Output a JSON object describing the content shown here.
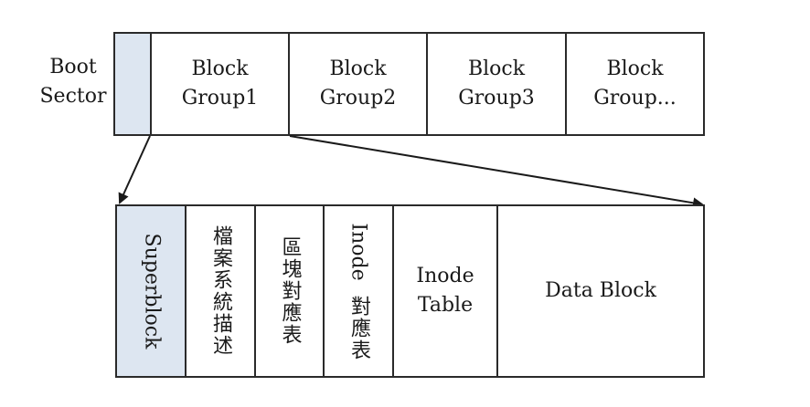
{
  "disk": {
    "boot_label_line1": "Boot",
    "boot_label_line2": "Sector",
    "groups": [
      {
        "line1": "Block",
        "line2": "Group1"
      },
      {
        "line1": "Block",
        "line2": "Group2"
      },
      {
        "line1": "Block",
        "line2": "Group3"
      },
      {
        "line1": "Block",
        "line2": "Group..."
      }
    ]
  },
  "group_detail": {
    "superblock": "Superblock",
    "fs_description": "檔案系統描述",
    "block_bitmap": "區塊對應表",
    "inode_bitmap_en": "Inode",
    "inode_bitmap_zh": "對應表",
    "inode_table_line1": "Inode",
    "inode_table_line2": "Table",
    "data_block": "Data Block"
  },
  "colors": {
    "shaded_fill": "#dde6f1",
    "line": "#2a2a2a"
  }
}
